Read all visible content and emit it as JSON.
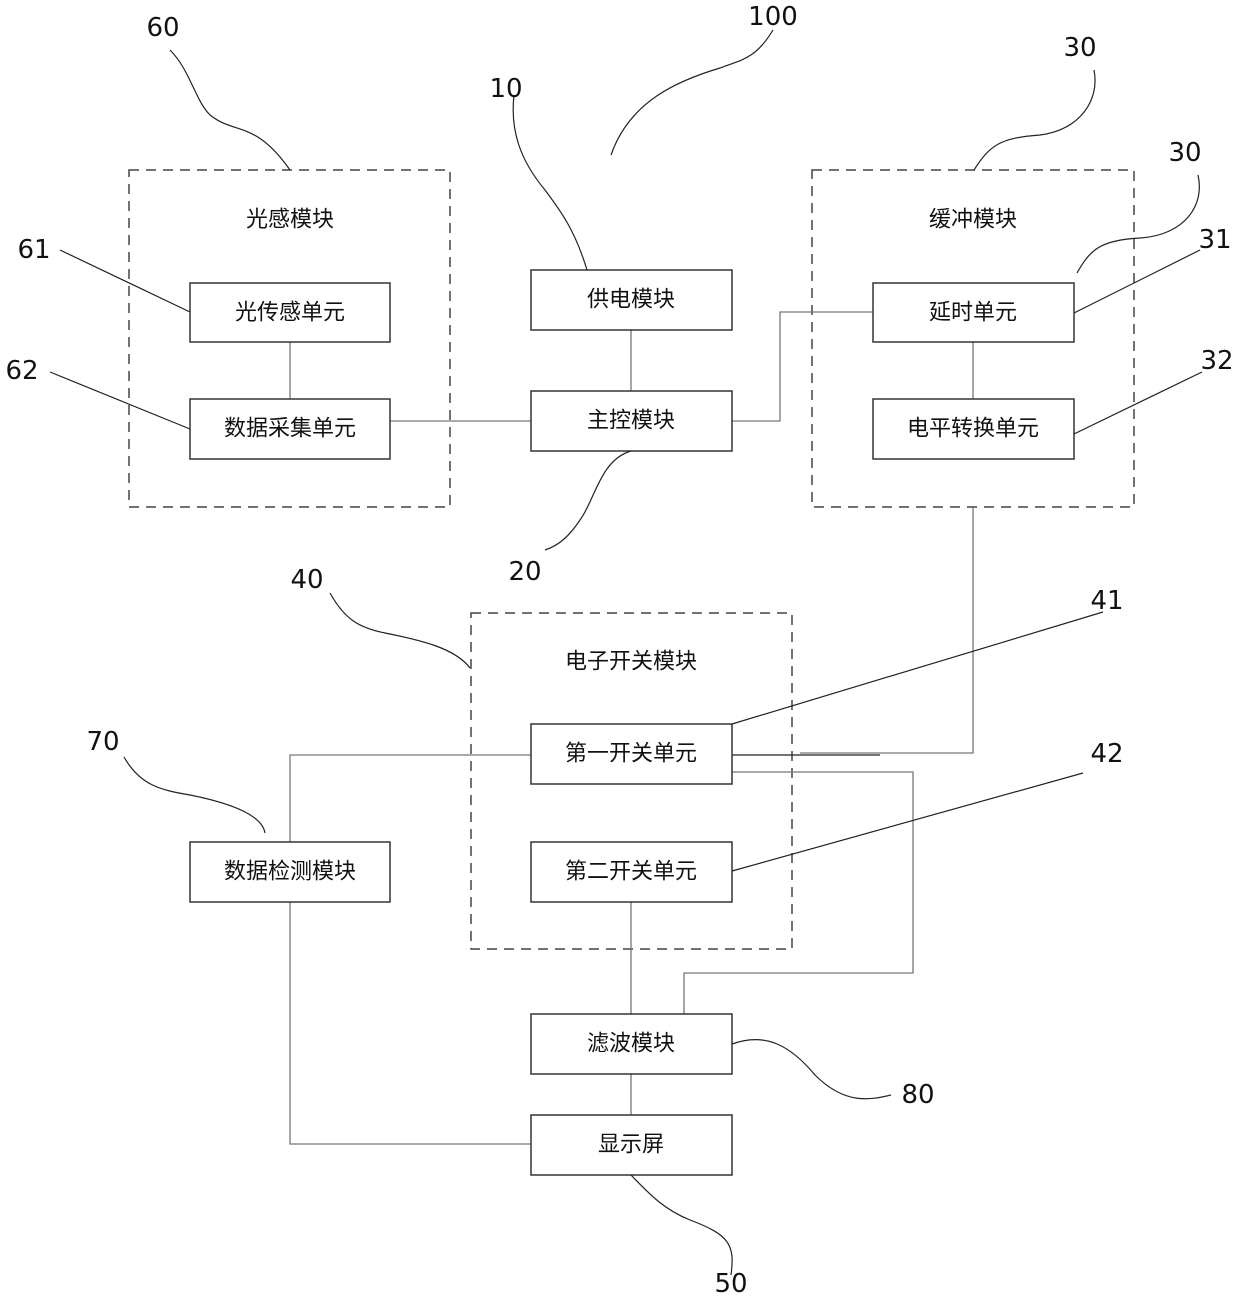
{
  "diagram": {
    "system_ref": "100",
    "groups": {
      "light_sensing": {
        "title": "光感模块",
        "ref": "60"
      },
      "buffer": {
        "title": "缓冲模块",
        "ref": "30",
        "inner_ref": "30"
      },
      "electronic_switch": {
        "title": "电子开关模块",
        "ref": "40"
      }
    },
    "blocks": {
      "light_sensor_unit": {
        "label": "光传感单元",
        "ref": "61"
      },
      "data_acquisition_unit": {
        "label": "数据采集单元",
        "ref": "62"
      },
      "power_module": {
        "label": "供电模块",
        "ref": "10"
      },
      "main_control_module": {
        "label": "主控模块",
        "ref": "20"
      },
      "delay_unit": {
        "label": "延时单元",
        "ref": "31"
      },
      "level_conversion_unit": {
        "label": "电平转换单元",
        "ref": "32"
      },
      "first_switch_unit": {
        "label": "第一开关单元",
        "ref": "41"
      },
      "second_switch_unit": {
        "label": "第二开关单元",
        "ref": "42"
      },
      "data_detection_module": {
        "label": "数据检测模块",
        "ref": "70"
      },
      "filter_module": {
        "label": "滤波模块",
        "ref": "80"
      },
      "display_screen": {
        "label": "显示屏",
        "ref": "50"
      }
    }
  }
}
